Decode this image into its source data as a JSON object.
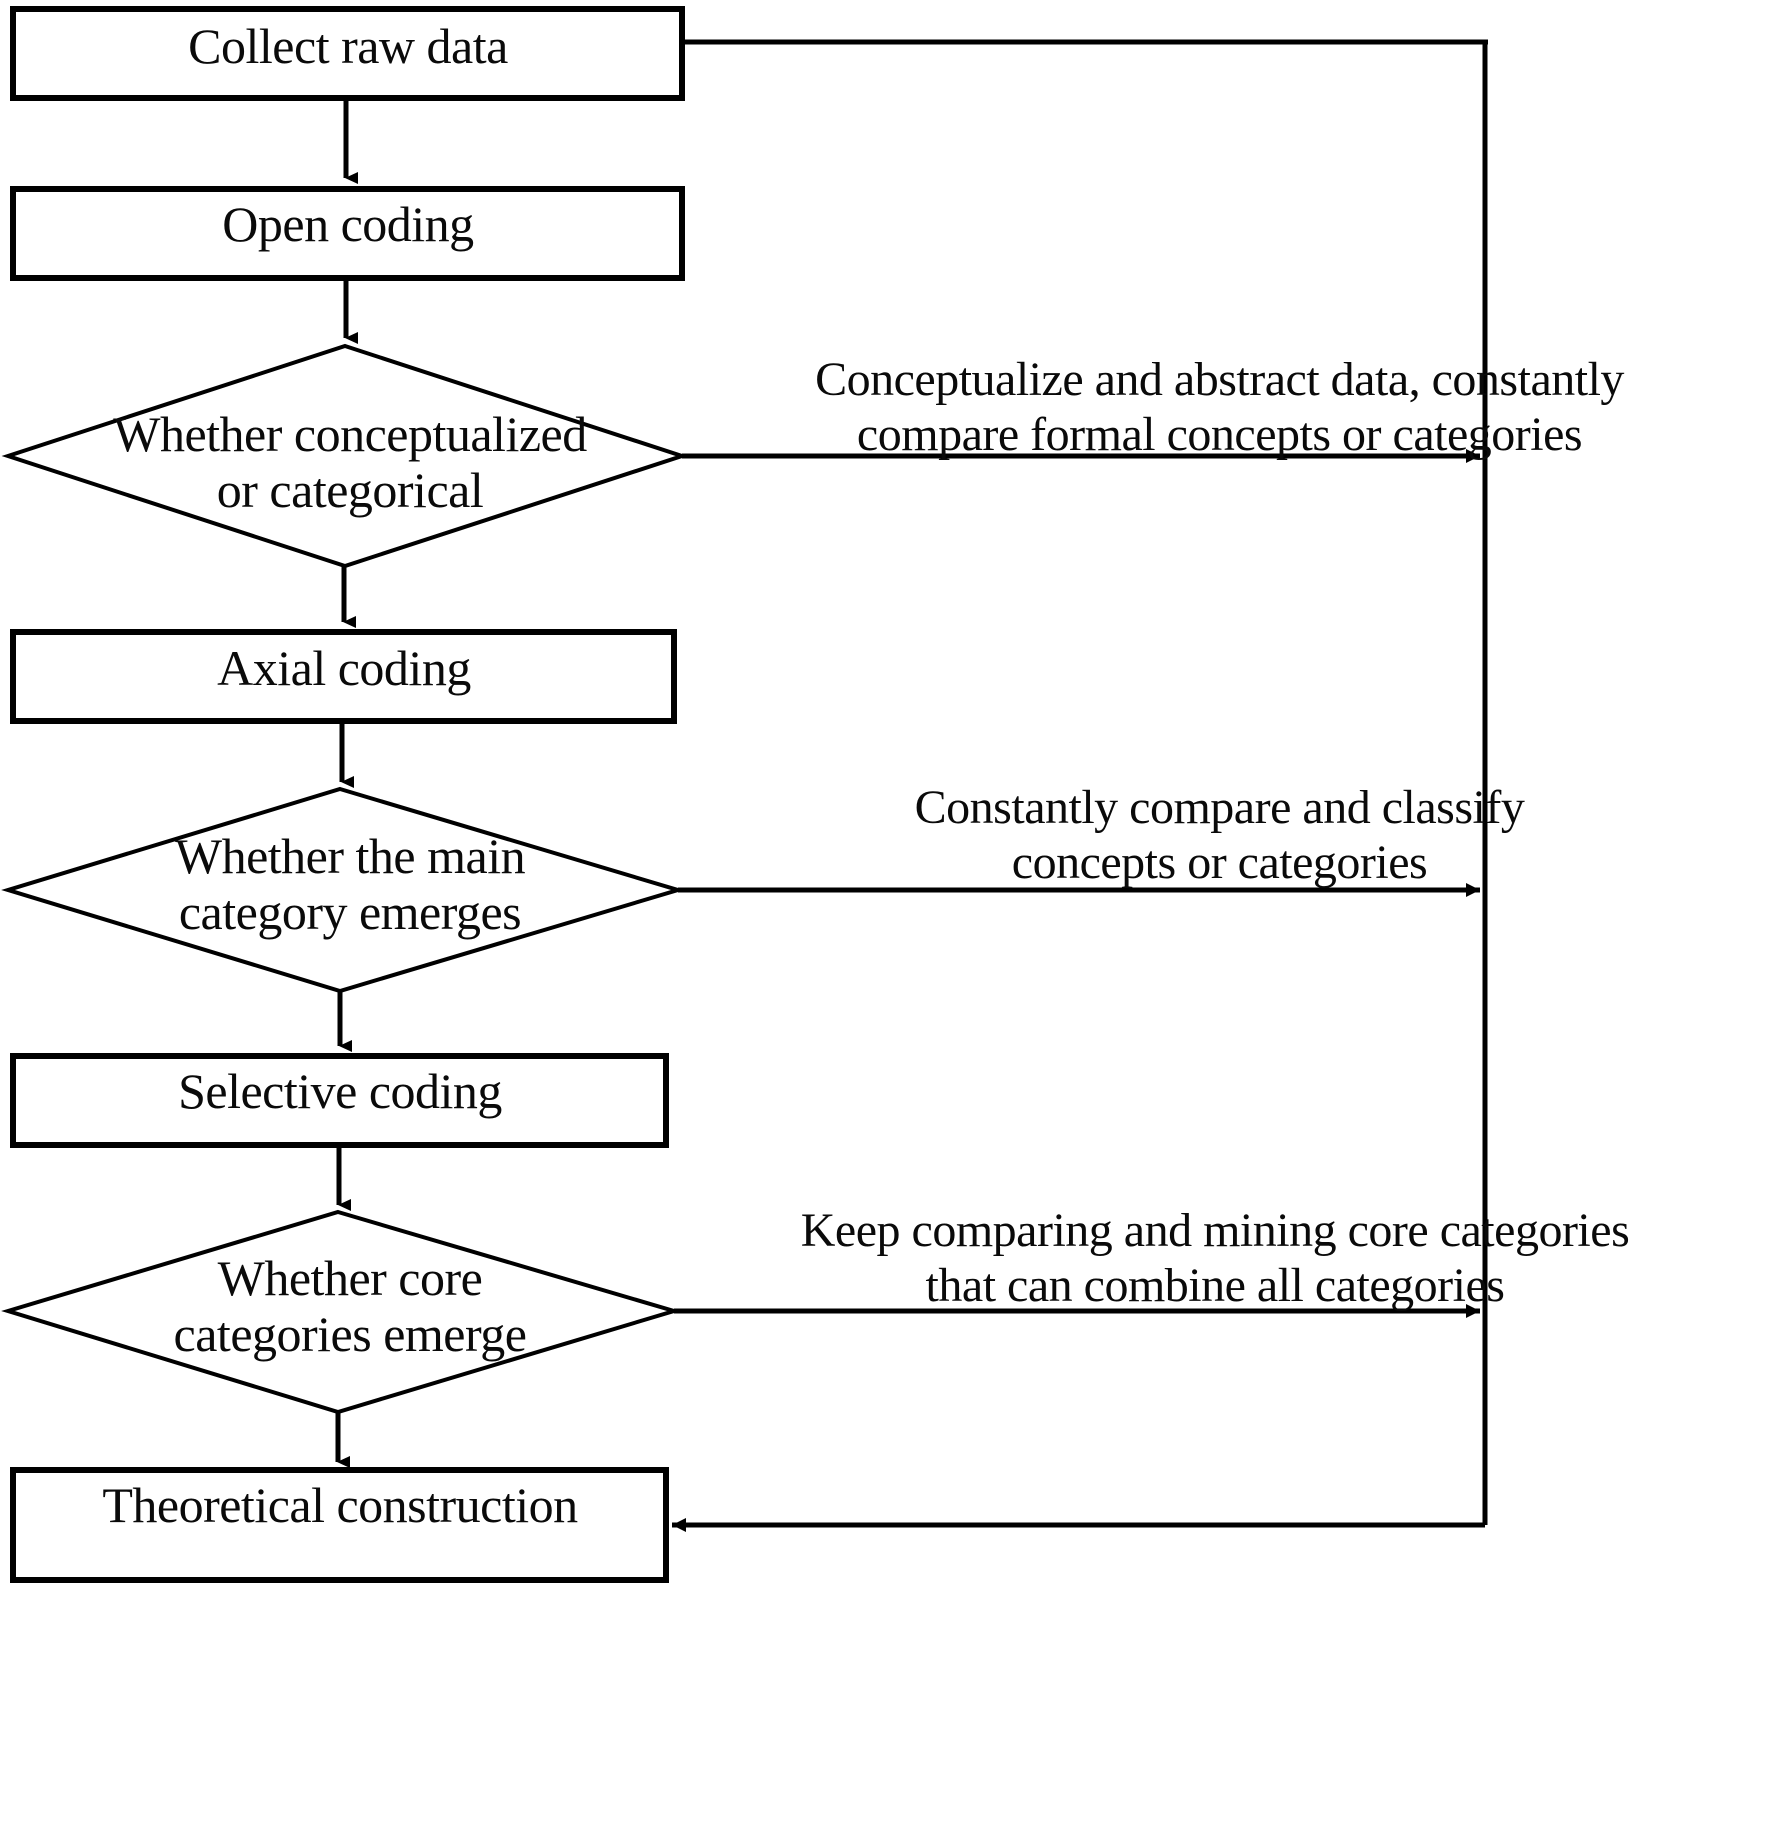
{
  "diagram": {
    "title": "Grounded theory coding procedure flowchart",
    "background_color": "#ffffff",
    "line_color": "#000000",
    "text_color": "#0a0a0a"
  },
  "nodes": {
    "collect_raw_data": {
      "label": "Collect raw data",
      "shape": "rectangle"
    },
    "open_coding": {
      "label": "Open coding",
      "shape": "rectangle"
    },
    "decision_conceptualized": {
      "label": "Whether conceptualized\nor categorical",
      "shape": "diamond"
    },
    "axial_coding": {
      "label": "Axial coding",
      "shape": "rectangle"
    },
    "decision_main_category": {
      "label": "Whether the main\ncategory emerges",
      "shape": "diamond"
    },
    "selective_coding": {
      "label": "Selective coding",
      "shape": "rectangle"
    },
    "decision_core_categories": {
      "label": "Whether core\ncategories emerge",
      "shape": "diamond"
    },
    "theoretical_construction": {
      "label": "Theoretical construction",
      "shape": "rectangle"
    }
  },
  "edge_labels": {
    "feedback_1": "Conceptualize and abstract data, constantly\ncompare formal concepts or categories",
    "feedback_2": "Constantly compare and classify\nconcepts or categories",
    "feedback_3": "Keep comparing and mining core categories\nthat can combine all categories"
  }
}
